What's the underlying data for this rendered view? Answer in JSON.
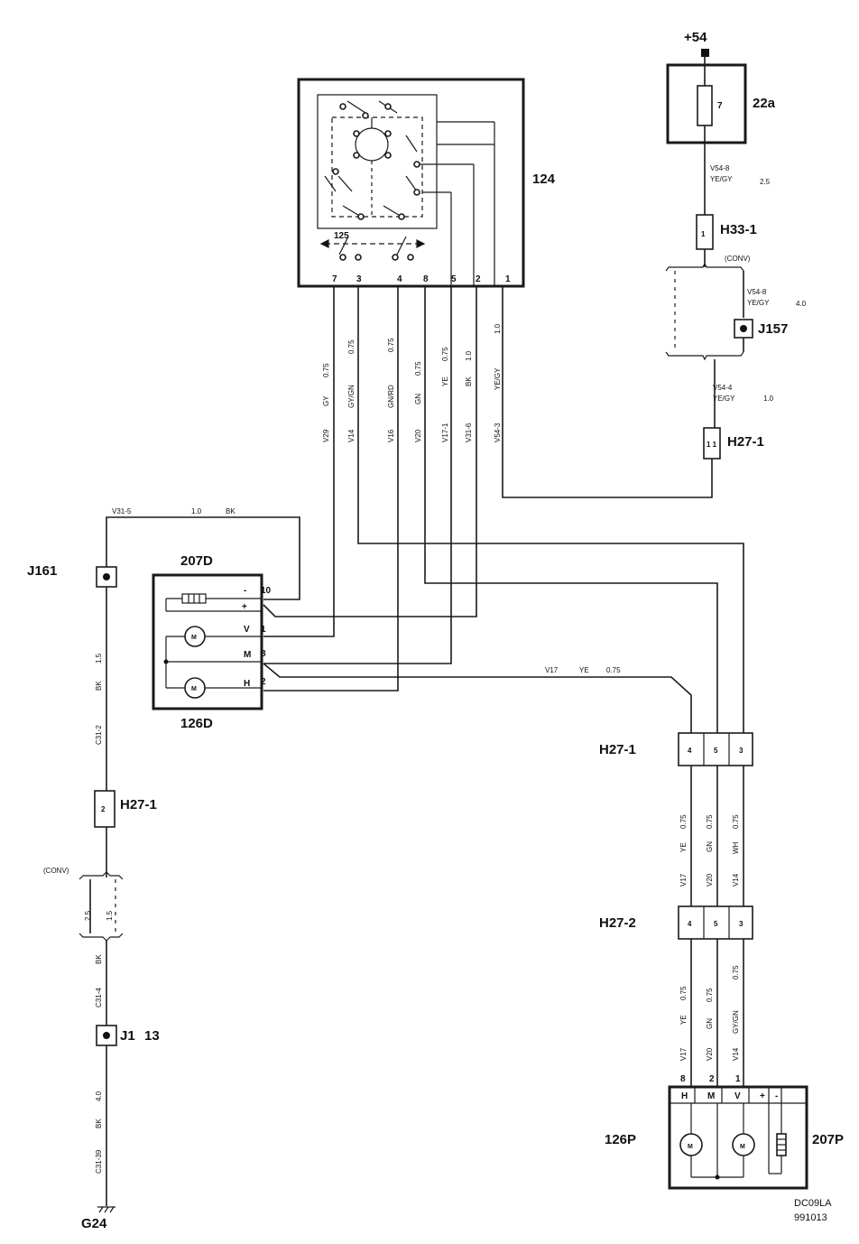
{
  "supply": {
    "label": "+54"
  },
  "fuse": {
    "id": "22a",
    "number": "7"
  },
  "components": {
    "switch": "124",
    "switch_sub": "125",
    "driver_heater": "207D",
    "driver_motor": "126D",
    "pass_motor": "126P",
    "pass_heater": "207P"
  },
  "splices": {
    "j157": "J157",
    "j161": "J161",
    "j1": "J1",
    "j1_num": "13",
    "ground": "G24"
  },
  "connectors": {
    "h33": "H33-1",
    "h27a": "H27-1",
    "h27b": "H27-1",
    "h27c": "H27-1",
    "h27d": "H27-2"
  },
  "conv": {
    "right": "(CONV)",
    "left": "(CONV)"
  },
  "fuse_wire": {
    "code": "V54-8",
    "color": "YE/GY",
    "size": "2.5"
  },
  "conv_wire": {
    "code": "V54-8",
    "color": "YE/GY",
    "size": "4.0"
  },
  "h27_wire": {
    "code": "V54-4",
    "color": "YE/GY",
    "size": "1.0"
  },
  "switch_pins": [
    "7",
    "3",
    "4",
    "8",
    "5",
    "2",
    "1"
  ],
  "switch_wires": [
    {
      "code": "V29",
      "color": "GY",
      "size": "0.75"
    },
    {
      "code": "V14",
      "color": "GY/GN",
      "size": "0.75"
    },
    {
      "code": "V16",
      "color": "GN/RD",
      "size": "0.75"
    },
    {
      "code": "V20",
      "color": "GN",
      "size": "0.75"
    },
    {
      "code": "V17-1",
      "color": "YE",
      "size": "0.75"
    },
    {
      "code": "V31-6",
      "color": "BK",
      "size": "1.0"
    },
    {
      "code": "V54-3",
      "color": "YE/GY",
      "size": "1.0"
    }
  ],
  "top_left_wire": {
    "code": "V31-5",
    "size": "1.0",
    "color": "BK"
  },
  "driver_side": {
    "minus": "-",
    "plus": "+",
    "v": "V",
    "m": "M",
    "h": "H",
    "pin10": "10",
    "pin1": "1",
    "pin8": "8",
    "pin2": "2",
    "motor": "M"
  },
  "v17_wire": {
    "code": "V17",
    "color": "YE",
    "size": "0.75"
  },
  "left_wires": {
    "a_size": "1.5",
    "a_color": "BK",
    "a_code": "C31-2",
    "h27_pin": "2",
    "b_size1": "2.5",
    "b_size2": "1.5",
    "c_color": "BK",
    "c_code": "C31-4",
    "d_size": "4.0",
    "d_color": "BK",
    "d_code": "C31-39"
  },
  "h27_1_pins": [
    "4",
    "5",
    "3"
  ],
  "h27_2_pins": [
    "4",
    "5",
    "3"
  ],
  "mid_wires": [
    {
      "code": "V17",
      "color": "YE",
      "size": "0.75"
    },
    {
      "code": "V20",
      "color": "GN",
      "size": "0.75"
    },
    {
      "code": "V14",
      "color": "WH",
      "size": "0.75"
    }
  ],
  "bot_wires": [
    {
      "code": "V17",
      "color": "YE",
      "size": "0.75"
    },
    {
      "code": "V20",
      "color": "GN",
      "size": "0.75"
    },
    {
      "code": "V14",
      "color": "GY/GN",
      "size": "0.75"
    }
  ],
  "pass_pins": {
    "p8": "8",
    "p2": "2",
    "p1": "1",
    "h": "H",
    "m": "M",
    "v": "V",
    "plus": "+",
    "minus": "-",
    "motor": "M"
  },
  "h33_pin": "1",
  "h27_top_pin": "1 1",
  "drawing": {
    "code": "DC09LA",
    "date": "991013"
  }
}
